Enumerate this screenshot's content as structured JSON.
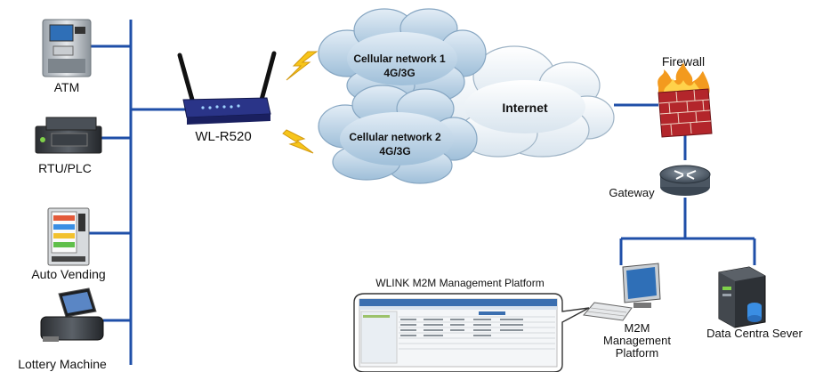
{
  "devices": {
    "atm": "ATM",
    "rtu": "RTU/PLC",
    "vending": "Auto Vending",
    "lottery": "Lottery Machine"
  },
  "router": "WL-R520",
  "clouds": {
    "net1_title": "Cellular network 1",
    "net1_sub": "4G/3G",
    "net2_title": "Cellular network 2",
    "net2_sub": "4G/3G",
    "internet": "Internet"
  },
  "firewall": "Firewall",
  "gateway": "Gateway",
  "platform_title": "WLINK M2M Management Platform",
  "m2m_label": [
    "M2M",
    "Management",
    "Platform"
  ],
  "server_label": "Data  Centra Sever",
  "colors": {
    "bus": "#1f4fa8",
    "cloud_light": "#e6eef6",
    "cloud_dark": "#a9c6de",
    "firewall_brick": "#b3262b",
    "flame": "#f39a1e",
    "lightning": "#f7c51a"
  },
  "icons": [
    "atm-icon",
    "plc-icon",
    "vending-machine-icon",
    "lottery-terminal-icon",
    "router-icon",
    "lightning-icon",
    "firewall-icon",
    "gateway-router-icon",
    "monitor-icon",
    "keyboard-icon",
    "server-icon"
  ]
}
